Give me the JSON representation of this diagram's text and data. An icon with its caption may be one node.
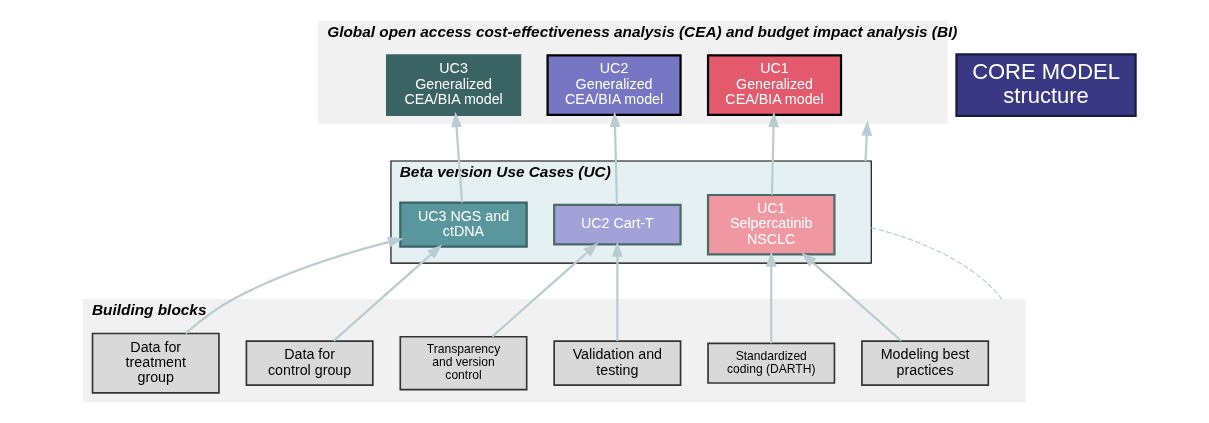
{
  "diagram": {
    "nodes": [
      {
        "text": [
          "Global open access cost-effectiveness analysis (CEA) and budget impact analysis (BI)"
        ]
      },
      {
        "text": [
          "UC1 Generalized CEA/BIA model"
        ],
        "in": 0
      },
      {
        "text": [
          "UC2 Generalized CEA/BIA model"
        ],
        "in": 0
      },
      {
        "text": [
          "UC3 Generalized CEA/BIA model"
        ],
        "in": 0
      },
      {
        "text": [
          "CORE MODEL structure"
        ]
      },
      {
        "text": [
          "Beta version Use Cases (UC)"
        ]
      },
      {
        "text": [
          "UC1 Selpercatinib NSCLC"
        ],
        "in": 5
      },
      {
        "text": [
          "UC2 Cart-T"
        ],
        "in": 5
      },
      {
        "text": [
          "UC3 NGS and ctDNA"
        ],
        "in": 5
      },
      {
        "text": [
          "Building blocks"
        ]
      },
      {
        "text": [
          "Modeling best practices"
        ],
        "in": 9
      },
      {
        "text": [
          "Standardized coding (DARTH)"
        ],
        "in": 9
      },
      {
        "text": [
          "Validation and testing"
        ],
        "in": 9
      },
      {
        "text": [
          "Transparency and version control"
        ],
        "in": 9
      },
      {
        "text": [
          "Data for control group"
        ],
        "in": 9
      },
      {
        "text": [
          "Data for treatment group"
        ],
        "in": 9
      }
    ],
    "edges": [
      {
        "from": 10,
        "to": 6,
        "arrow": "to"
      },
      {
        "from": 11,
        "to": 6,
        "arrow": "to"
      },
      {
        "from": 12,
        "to": 7,
        "arrow": "to"
      },
      {
        "from": 13,
        "to": 7,
        "arrow": "to"
      },
      {
        "from": 14,
        "to": 8,
        "arrow": "to"
      },
      {
        "from": 15,
        "to": 8,
        "arrow": "to"
      },
      {
        "from": 6,
        "to": 1,
        "arrow": "to"
      },
      {
        "from": 7,
        "to": 2,
        "arrow": "to"
      },
      {
        "from": 8,
        "to": 3,
        "arrow": "to"
      },
      {
        "from": 9,
        "to": 5,
        "arrow": "none",
        "style": "dashed"
      },
      {
        "from": 5,
        "to": 0,
        "arrow": "to"
      }
    ]
  }
}
